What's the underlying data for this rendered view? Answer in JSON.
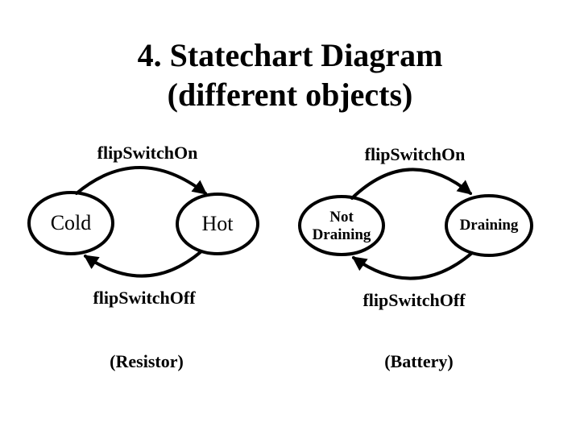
{
  "title": {
    "line1": "4. Statechart Diagram",
    "line2": "(different objects)"
  },
  "diagrams": [
    {
      "caption": "(Resistor)",
      "transition_on": "flipSwitchOn",
      "transition_off": "flipSwitchOff",
      "states": [
        "Cold",
        "Hot"
      ]
    },
    {
      "caption": "(Battery)",
      "transition_on": "flipSwitchOn",
      "transition_off": "flipSwitchOff",
      "states": [
        "Not Draining",
        "Draining"
      ]
    }
  ],
  "colors": {
    "background": "#ffffff",
    "ink": "#000000"
  }
}
